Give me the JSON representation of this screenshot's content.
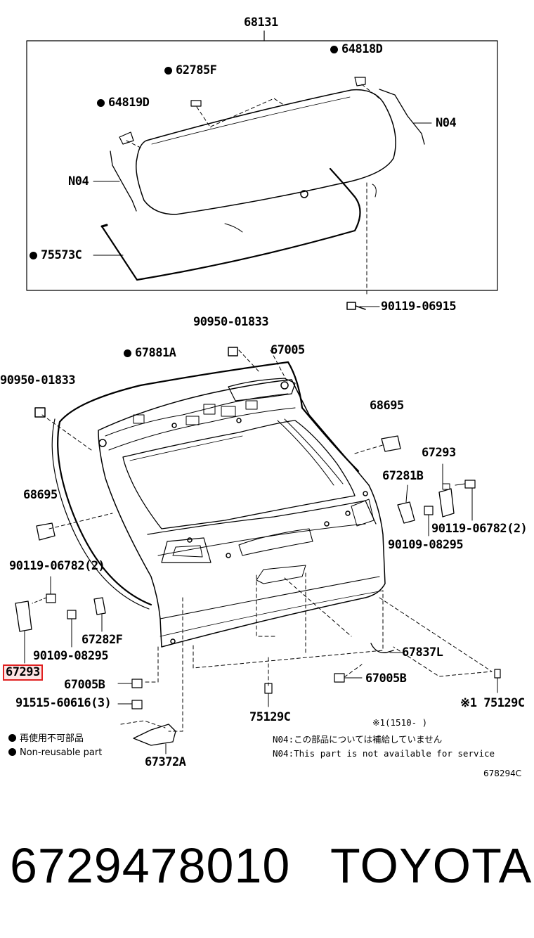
{
  "diagram": {
    "diagram_code": "678294C",
    "callouts": {
      "c68131": "68131",
      "c64818D": "64818D",
      "c62785F": "62785F",
      "c64819D": "64819D",
      "cN04_right": "N04",
      "cN04_left": "N04",
      "c75573C": "75573C",
      "c90119_06915": "90119-06915",
      "c90950_top": "90950-01833",
      "c67881A": "67881A",
      "c67005": "67005",
      "c90950_left": "90950-01833",
      "c68695_right": "68695",
      "c67293_right": "67293",
      "c67281B": "67281B",
      "c68695_left": "68695",
      "c90119_06782_right": "90119-06782(2)",
      "c90109_08295_right": "90109-08295",
      "c90119_06782_left": "90119-06782(2)",
      "c67282F": "67282F",
      "c90109_08295_left": "90109-08295",
      "c67293_left": "67293",
      "c67837L": "67837L",
      "c67005B_left": "67005B",
      "c67005B_right": "67005B",
      "c91515": "91515-60616(3)",
      "c75129C_left": "75129C",
      "c75129C_right": "※1 75129C",
      "c67372A": "67372A"
    },
    "highlighted_part": "67293",
    "footnote": "※1(1510-     )",
    "notes": [
      "N04:この部品については補給していません",
      "N04:This part is not available for service"
    ],
    "legend": [
      "再使用不可部品",
      "Non-reusable part"
    ]
  },
  "caption": {
    "part_number": "6729478010",
    "brand": "TOYOTA"
  },
  "colors": {
    "highlight_border": "#e02020",
    "highlight_fill": "#fde4e4",
    "line": "#000000"
  }
}
